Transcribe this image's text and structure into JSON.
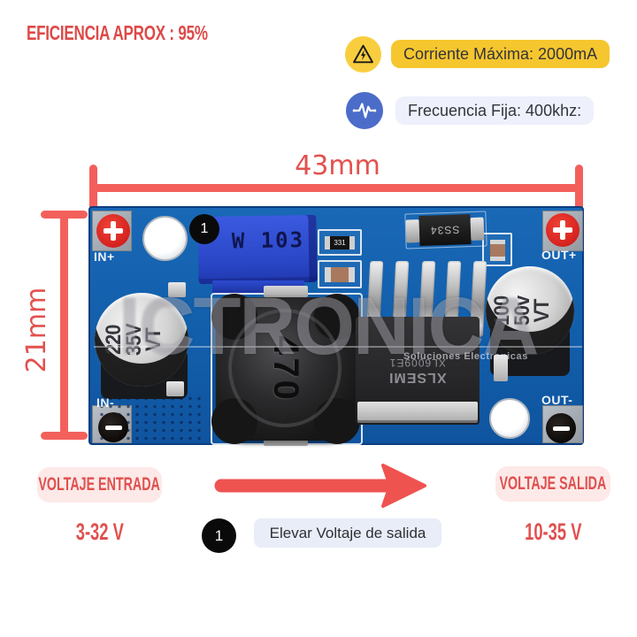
{
  "title": {
    "text": "EFICIENCIA APROX : 95%"
  },
  "specs": [
    {
      "icon": "warning-triangle-icon",
      "text": "Corriente Máxima: 2000mA"
    },
    {
      "icon": "frequency-pulse-icon",
      "text": "Frecuencia Fija: 400khz:"
    }
  ],
  "dimensions": {
    "width": "43mm",
    "height": "21mm"
  },
  "board": {
    "callout": "1",
    "ports": {
      "in_plus": "IN+",
      "in_minus": "IN-",
      "out_plus": "OUT+",
      "out_minus": "OUT-"
    },
    "trimpot_marking": "W 103",
    "resistor_marking": "331",
    "diode_marking": "SS34",
    "inductor_marking": "470",
    "ic_marking": {
      "line1": "XLSEMI",
      "line2": "XL6009E1"
    },
    "cap_in": {
      "l1": "220",
      "l2": "35V",
      "l3": "VT"
    },
    "cap_out": {
      "l1": "100",
      "l2": "50v",
      "l3": "VT"
    },
    "watermark": {
      "brand": "ICTRONICA",
      "tagline": "Soluciones Electronicas"
    }
  },
  "footer": {
    "input_label": "VOLTAJE ENTRADA",
    "input_value": "3-32 V",
    "output_label": "VOLTAJE SALIDA",
    "output_value": "10-35 V",
    "note_number": "1",
    "note_text": "Elevar Voltaje de salida"
  },
  "colors": {
    "accent_red": "#e0504e",
    "dimension_red": "#f3605c",
    "arrow_red": "#ef5350",
    "badge_yellow": "#f6c62f",
    "icon_yellow_bg": "#f8ce3f",
    "icon_blue_bg": "#4b6cc9",
    "badge_pink": "#fce9e8",
    "badge_lavender": "#e9edf8",
    "pcb_blue": "#1360ad",
    "text_dark": "#33353b"
  }
}
